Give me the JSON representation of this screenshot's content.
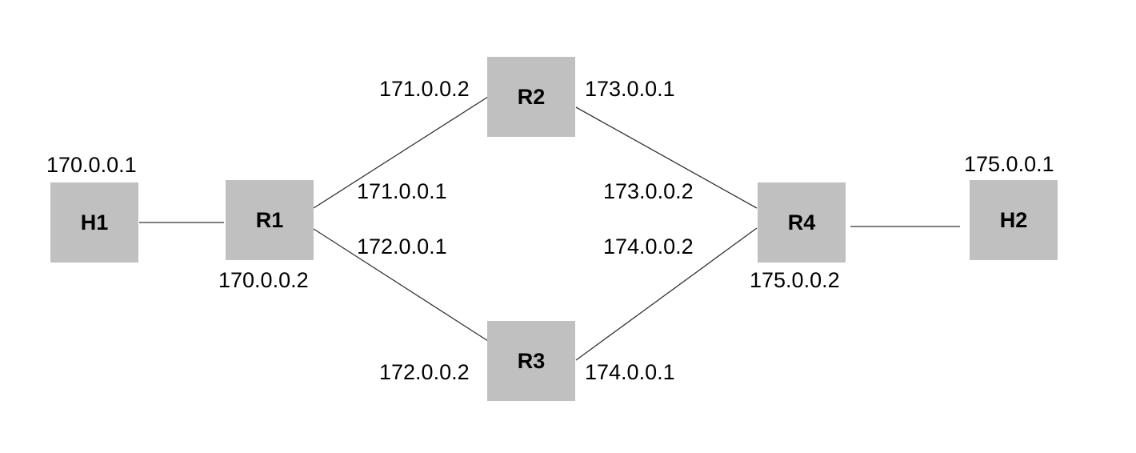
{
  "colors": {
    "node_fill": "#c0c0c0",
    "link_stroke": "#333333"
  },
  "nodes": {
    "h1": {
      "label": "H1"
    },
    "r1": {
      "label": "R1"
    },
    "r2": {
      "label": "R2"
    },
    "r3": {
      "label": "R3"
    },
    "r4": {
      "label": "R4"
    },
    "h2": {
      "label": "H2"
    }
  },
  "ips": {
    "h1": "170.0.0.1",
    "r1_h1": "170.0.0.2",
    "r1_r2": "171.0.0.1",
    "r1_r3": "172.0.0.1",
    "r2_r1": "171.0.0.2",
    "r2_r4": "173.0.0.1",
    "r3_r1": "172.0.0.2",
    "r3_r4": "174.0.0.1",
    "r4_r2": "173.0.0.2",
    "r4_r3": "174.0.0.2",
    "r4_h2": "175.0.0.2",
    "h2": "175.0.0.1"
  },
  "links": [
    {
      "from": "H1",
      "to": "R1"
    },
    {
      "from": "R1",
      "to": "R2"
    },
    {
      "from": "R1",
      "to": "R3"
    },
    {
      "from": "R2",
      "to": "R4"
    },
    {
      "from": "R3",
      "to": "R4"
    },
    {
      "from": "R4",
      "to": "H2"
    }
  ]
}
